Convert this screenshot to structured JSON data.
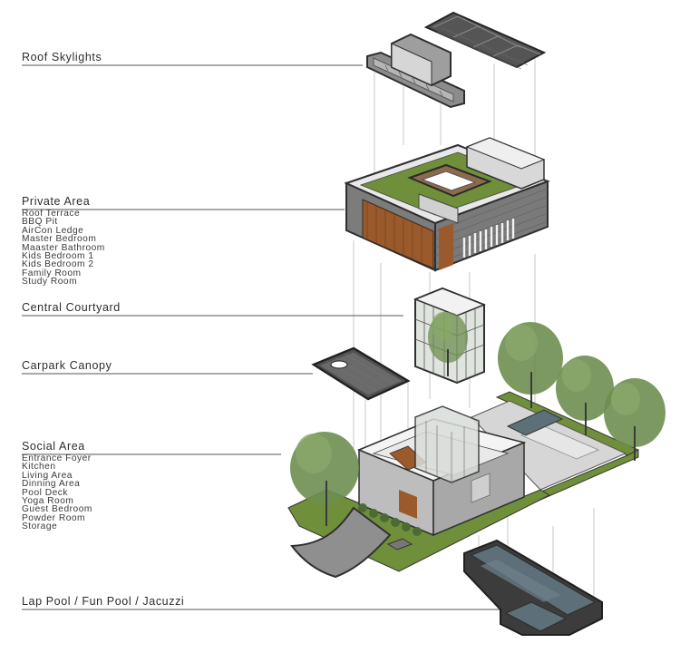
{
  "labels": {
    "roof": {
      "title": "Roof Skylights"
    },
    "private": {
      "title": "Private Area",
      "items": [
        "Roof Terrace",
        "BBQ Pit",
        "AirCon Ledge",
        "Master Bedroom",
        "Maaster Bathroom",
        "Kids Bedroom 1",
        "Kids Bedroom 2",
        "Family Room",
        "Study Room"
      ]
    },
    "courtyard": {
      "title": "Central Courtyard"
    },
    "canopy": {
      "title": "Carpark Canopy"
    },
    "social": {
      "title": "Social Area",
      "items": [
        "Entrance Foyer",
        "Kitchen",
        "Living Area",
        "Dinning Area",
        "Pool Deck",
        "Yoga Room",
        "Guest Bedroom",
        "Powder Room",
        "Storage"
      ]
    },
    "pool": {
      "title": "Lap Pool / Fun Pool / Jacuzzi"
    }
  },
  "colors": {
    "lawn": "#6f8f3a",
    "wood": "#9a5a2c",
    "frame": "#3b3b3b",
    "wall": "#9a9a9a",
    "paving": "#8f8f8f",
    "water": "#5d6f78",
    "tree": "#6e8e50",
    "leader": "#555555"
  }
}
